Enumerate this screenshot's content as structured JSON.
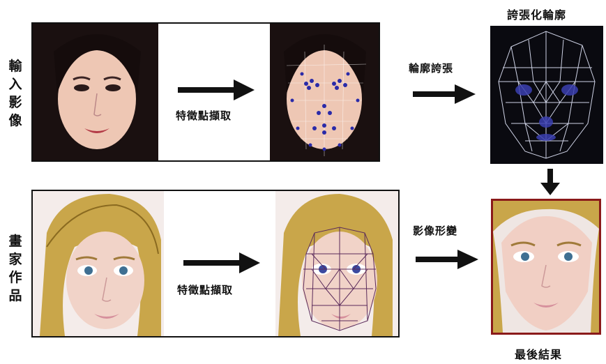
{
  "labels": {
    "input_image": [
      "輸",
      "入",
      "影",
      "像"
    ],
    "painter_work": [
      "畫",
      "家",
      "作",
      "品"
    ],
    "feature_extraction_top": "特徵點擷取",
    "feature_extraction_bottom": "特徵點擷取",
    "contour_exaggeration": "輪廓誇張",
    "exaggerated_contour": "誇張化輪廓",
    "image_morphing": "影像形變",
    "final_result": "最後結果"
  },
  "colors": {
    "arrow": "#111111",
    "mesh_dark_bg": "#0a0a10",
    "mesh_lines": "#cfd3e6",
    "mesh_eyes": "#3b3fb0",
    "result_border": "#8a1a1a",
    "feature_points": "#2a2aa8"
  }
}
